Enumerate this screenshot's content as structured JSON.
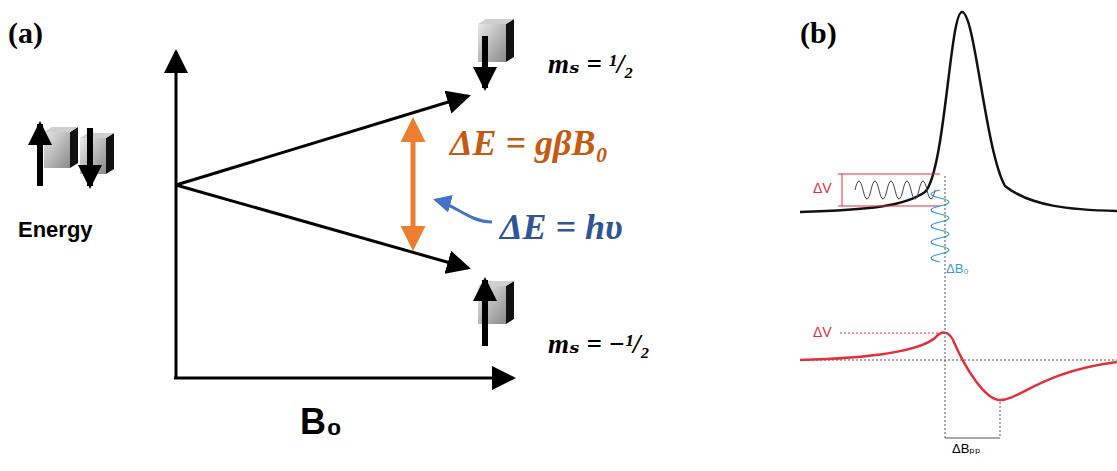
{
  "diagram": {
    "labels": [
      "(a)",
      "mₛ = ¹/₂",
      "ΔE = gβB₀",
      "ΔE = hυ",
      "Energy",
      "mₛ = −¹/₂",
      "B₀",
      "(b)",
      "ΔV",
      "ΔB₀",
      "ΔV",
      "ΔBₚₚ"
    ]
  }
}
